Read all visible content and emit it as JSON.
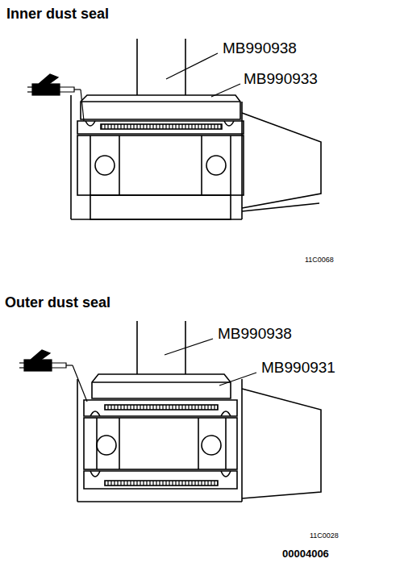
{
  "diagram": {
    "labels": [
      "Inner dust seal",
      "MB990938",
      "MB990933",
      "11C0068",
      "Outer dust seal",
      "MB990938",
      "MB990931",
      "11C0028",
      "00004006"
    ]
  }
}
